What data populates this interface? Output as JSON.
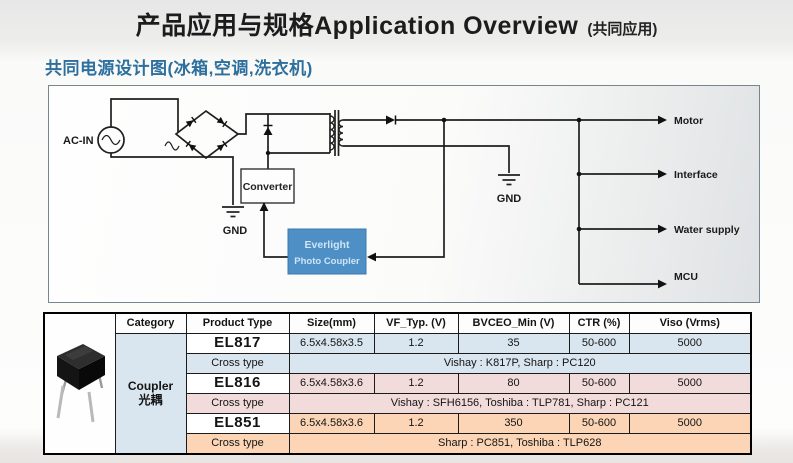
{
  "title": {
    "main": "产品应用与规格Application Overview",
    "suffix": "(共同应用)"
  },
  "subtitle": "共同电源设计图(冰箱,空调,洗衣机)",
  "diagram": {
    "ac_in_label": "AC-IN",
    "converter_label": "Converter",
    "primary_gnd_label": "GND",
    "secondary_gnd_label": "GND",
    "coupler_box": {
      "line1": "Everlight",
      "line2": "Photo Coupler",
      "bg_color": "#4e90c5",
      "text_color": "#cfe4f7"
    },
    "outputs": [
      "Motor",
      "Interface",
      "Water supply",
      "MCU"
    ]
  },
  "table": {
    "headers": [
      "Category",
      "Product Type",
      "Size(mm)",
      "VF_Typ. (V)",
      "BVCEO_Min (V)",
      "CTR (%)",
      "Viso (Vrms)"
    ],
    "category": {
      "en": "Coupler",
      "cn": "光耦"
    },
    "products": [
      {
        "name": "EL817",
        "size": "6.5x4.58x3.5",
        "vf_typ": "1.2",
        "bvceo_min": "35",
        "ctr": "50-600",
        "viso": "5000",
        "cross_label": "Cross type",
        "cross_value": "Vishay : K817P,  Sharp : PC120"
      },
      {
        "name": "EL816",
        "size": "6.5x4.58x3.6",
        "vf_typ": "1.2",
        "bvceo_min": "80",
        "ctr": "50-600",
        "viso": "5000",
        "cross_label": "Cross type",
        "cross_value": "Vishay : SFH6156, Toshiba : TLP781, Sharp : PC121"
      },
      {
        "name": "EL851",
        "size": "6.5x4.58x3.6",
        "vf_typ": "1.2",
        "bvceo_min": "350",
        "ctr": "50-600",
        "viso": "5000",
        "cross_label": "Cross type",
        "cross_value": "Sharp : PC851, Toshiba : TLP628"
      }
    ],
    "row_colors": {
      "el817": "#d9e6f0",
      "el816": "#f2dcdb",
      "el851": "#fbd5b5"
    }
  }
}
